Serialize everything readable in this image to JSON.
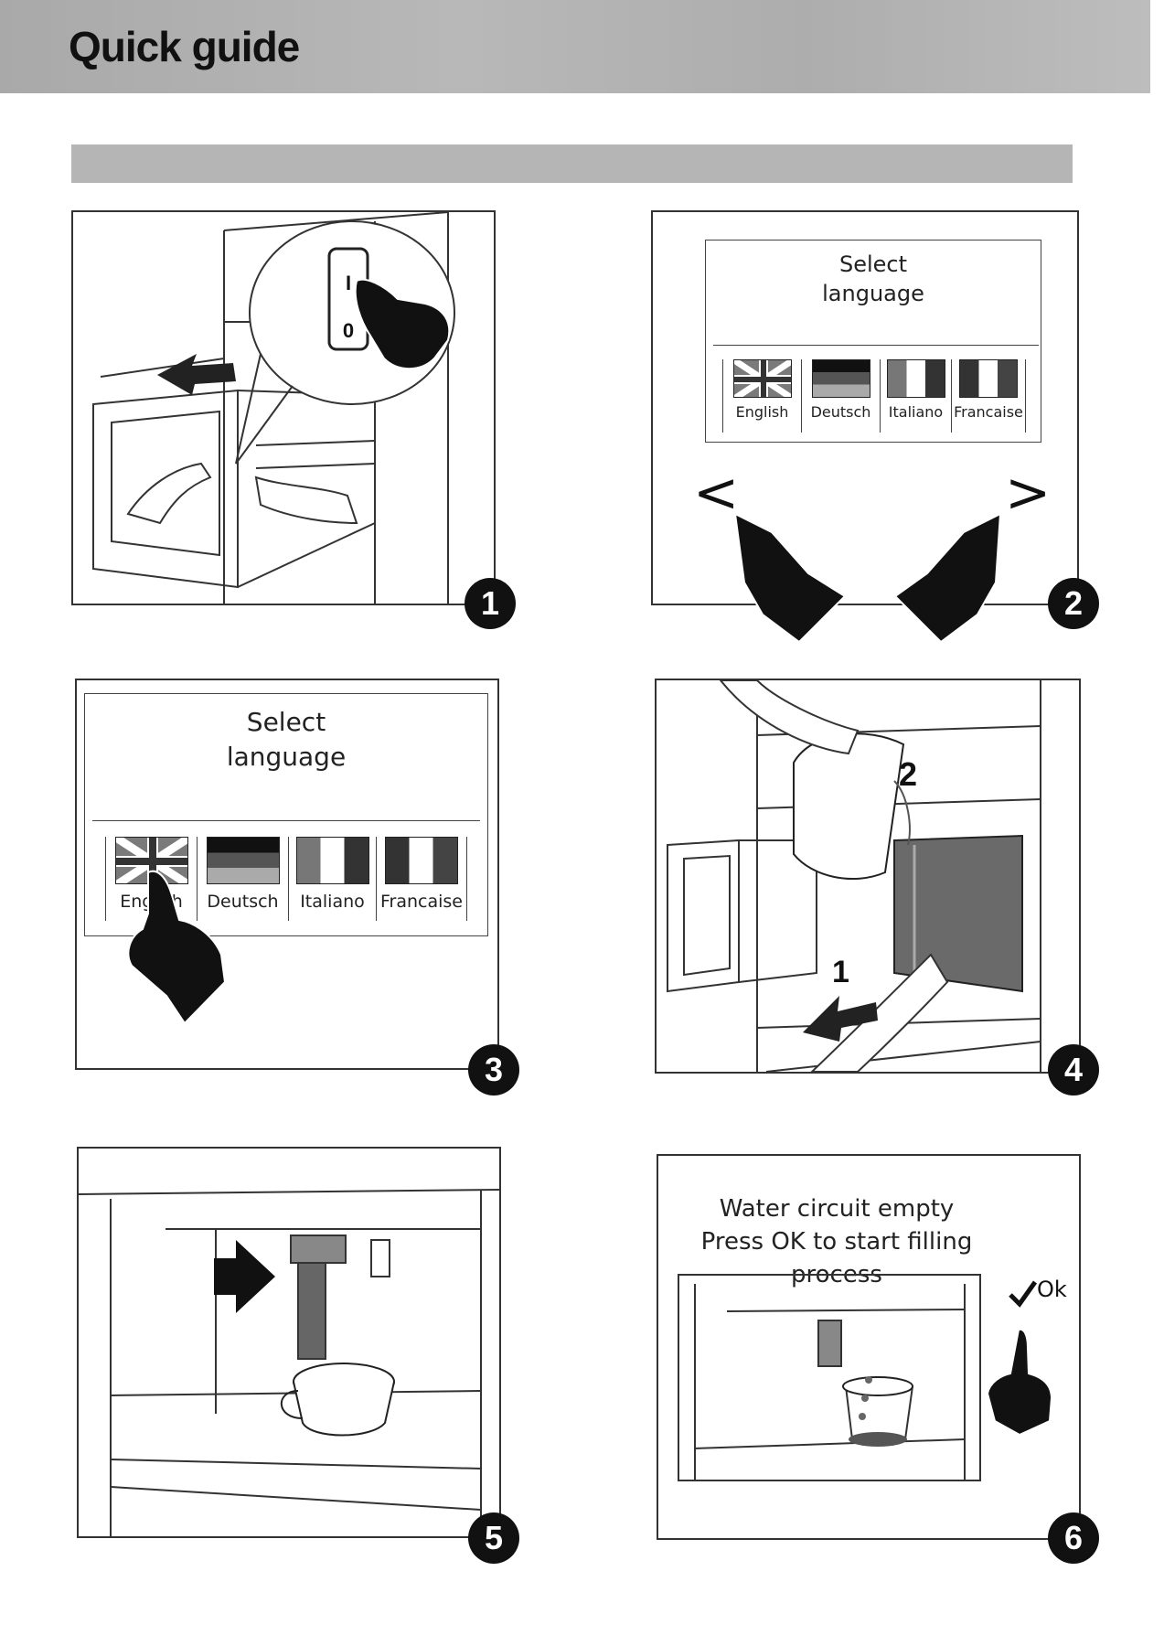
{
  "header": {
    "title": "Quick guide"
  },
  "steps": [
    {
      "number": "1",
      "switch_on": "I",
      "switch_off": "0"
    },
    {
      "number": "2",
      "title_line1": "Select",
      "title_line2": "language",
      "nav_left": "<",
      "nav_right": ">",
      "languages": [
        "English",
        "Deutsch",
        "Italiano",
        "Francaise"
      ]
    },
    {
      "number": "3",
      "title_line1": "Select",
      "title_line2": "language",
      "languages": [
        "English",
        "Deutsch",
        "Italiano",
        "Francaise"
      ]
    },
    {
      "number": "4",
      "label_tank": "1",
      "label_pour": "2"
    },
    {
      "number": "5"
    },
    {
      "number": "6",
      "message_line1": "Water circuit empty",
      "message_line2": "Press OK to start filling process",
      "ok_label": "Ok"
    }
  ],
  "icons": [
    "hand-pointer-icon",
    "arrow-icon",
    "checkmark-icon",
    "uk-flag-icon",
    "de-flag-icon",
    "it-flag-icon",
    "fr-flag-icon"
  ]
}
